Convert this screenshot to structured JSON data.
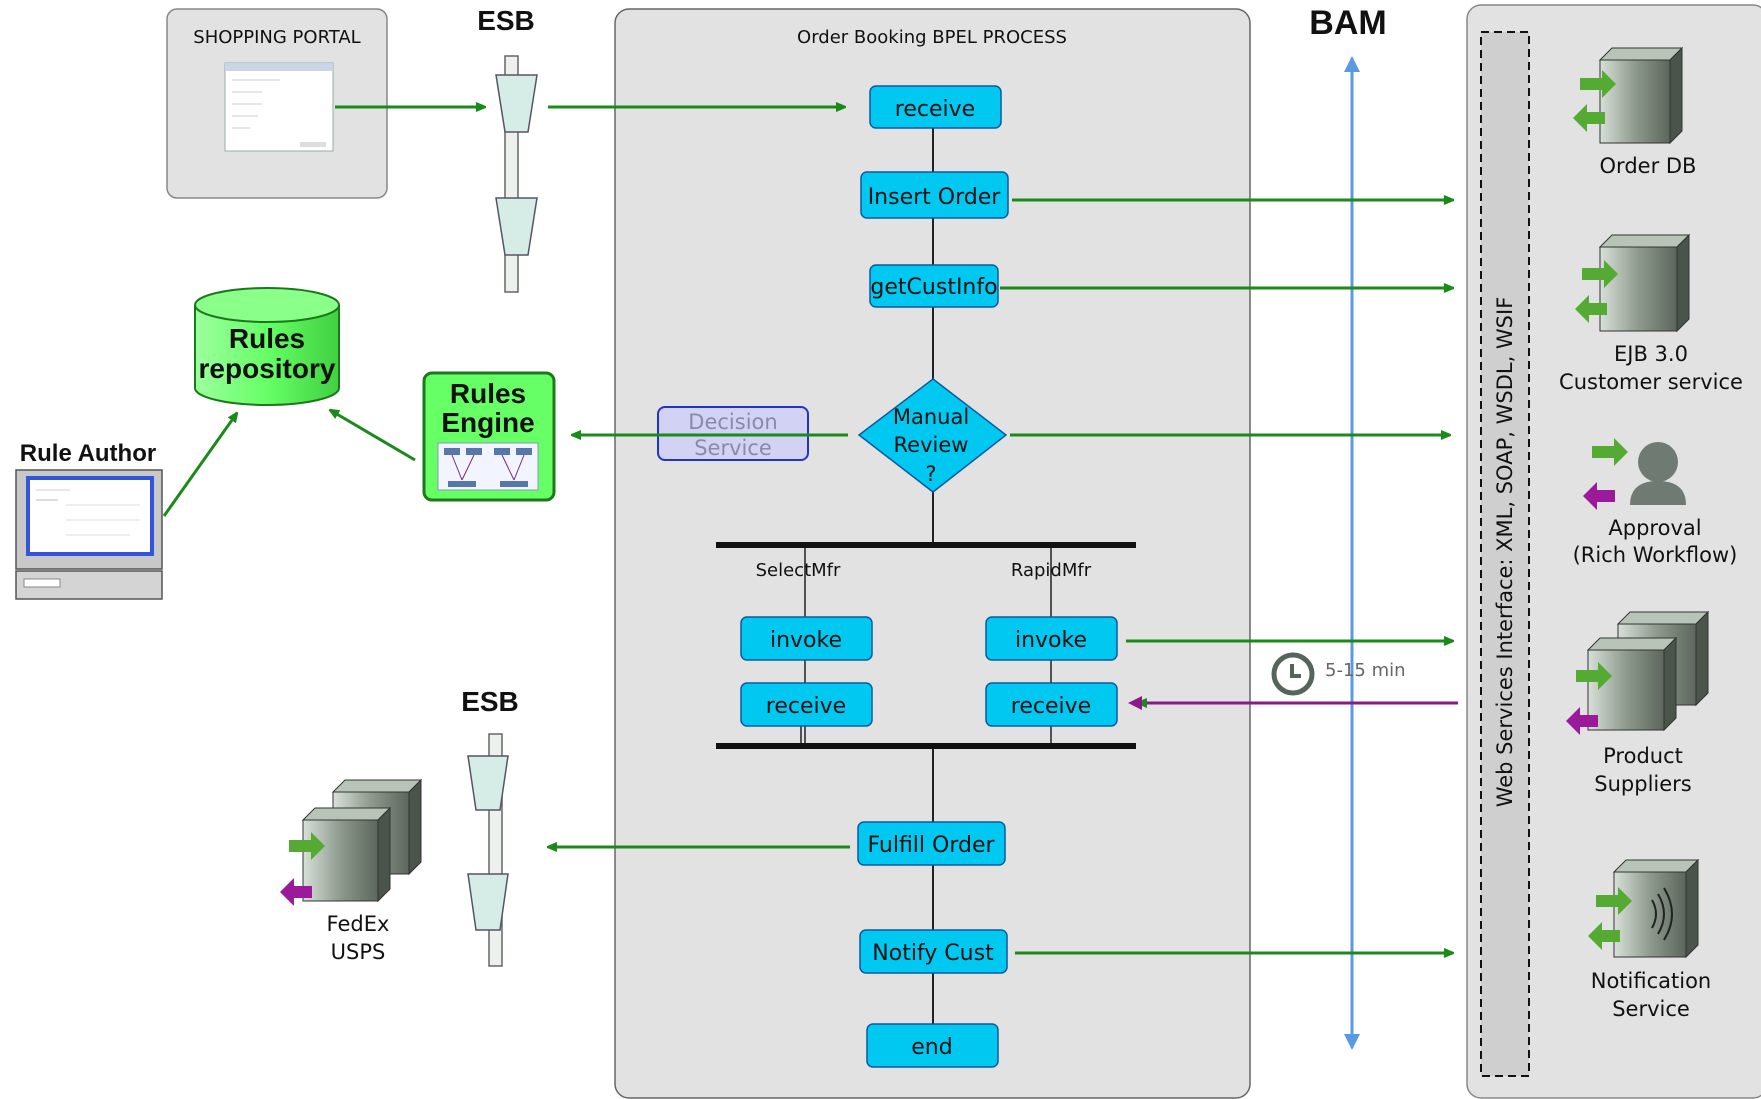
{
  "shopping_portal": {
    "title": "SHOPPING PORTAL"
  },
  "esb": {
    "top_label": "ESB",
    "bottom_label": "ESB"
  },
  "bam": {
    "label": "BAM"
  },
  "bpel": {
    "title": "Order Booking BPEL PROCESS",
    "steps": {
      "receive": "receive",
      "insert_order": "Insert Order",
      "get_cust_info": "getCustInfo",
      "manual_review": [
        "Manual",
        "Review",
        "?"
      ],
      "fulfill_order": "Fulfill Order",
      "notify_cust": "Notify Cust",
      "end": "end"
    },
    "branches": {
      "select_mfr": {
        "label": "SelectMfr",
        "invoke": "invoke",
        "receive": "receive"
      },
      "rapid_mfr": {
        "label": "RapidMfr",
        "invoke": "invoke",
        "receive": "receive"
      }
    },
    "decision_service": [
      "Decision",
      "Service"
    ]
  },
  "rules_repository": [
    "Rules",
    "repository"
  ],
  "rules_engine": [
    "Rules",
    "Engine"
  ],
  "rule_author": {
    "label": "Rule Author"
  },
  "fedex": [
    "FedEx",
    "USPS"
  ],
  "timer": {
    "label": "5-15 min"
  },
  "web_services": {
    "interface_label": "Web Services Interface: XML, SOAP, WSDL, WSIF",
    "services": {
      "order_db": [
        "Order DB"
      ],
      "ejb": [
        "EJB 3.0",
        "Customer service"
      ],
      "approval": [
        "Approval",
        "(Rich Workflow)"
      ],
      "product_suppliers": [
        "Product",
        "Suppliers"
      ],
      "notification": [
        "Notification",
        "Service"
      ]
    }
  },
  "colors": {
    "arrow_green": "#1a8a1a",
    "arrow_purple": "#8a1a8a",
    "bpel_step": "#00c8f0",
    "bam_line": "#5a9ae0",
    "rules_green": "#66ff66"
  },
  "icons": [
    "browser-screenshot-icon",
    "server-icon",
    "person-icon",
    "wireless-server-icon",
    "clock-icon",
    "computer-icon",
    "database-icon",
    "esb-bus-icon"
  ]
}
